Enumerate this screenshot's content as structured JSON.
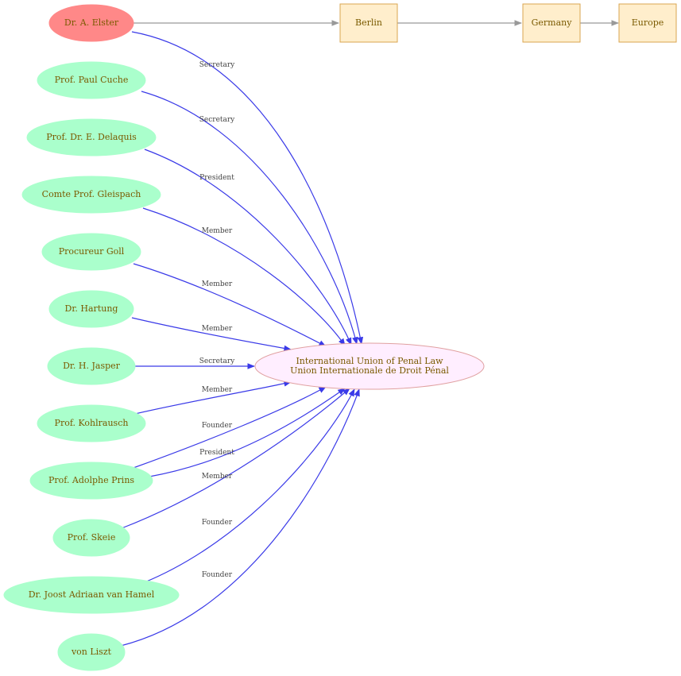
{
  "organization": {
    "name_line1": "International Union of Penal Law",
    "name_line2": "Union Internationale de Droit Pénal"
  },
  "places": [
    {
      "id": "berlin",
      "label": "Berlin"
    },
    {
      "id": "germany",
      "label": "Germany"
    },
    {
      "id": "europe",
      "label": "Europe"
    }
  ],
  "people": [
    {
      "id": "elster",
      "label": "Dr. A. Elster",
      "role": "Secretary",
      "highlighted": true
    },
    {
      "id": "cuche",
      "label": "Prof. Paul Cuche",
      "role": "Secretary"
    },
    {
      "id": "delaquis",
      "label": "Prof. Dr. E. Delaquis",
      "role": "President"
    },
    {
      "id": "gleispach",
      "label": "Comte Prof. Gleispach",
      "role": "Member"
    },
    {
      "id": "goll",
      "label": "Procureur Goll",
      "role": "Member"
    },
    {
      "id": "hartung",
      "label": "Dr. Hartung",
      "role": "Member"
    },
    {
      "id": "jasper",
      "label": "Dr. H. Jasper",
      "role": "Secretary"
    },
    {
      "id": "kohlrausch",
      "label": "Prof. Kohlrausch",
      "role": "Member"
    },
    {
      "id": "prins",
      "label": "Prof. Adolphe Prins",
      "role": "Founder",
      "role2": "President"
    },
    {
      "id": "skeie",
      "label": "Prof. Skeie",
      "role": "Member"
    },
    {
      "id": "hamel",
      "label": "Dr.  Joost Adriaan van Hamel",
      "role": "Founder"
    },
    {
      "id": "liszt",
      "label": "von Liszt",
      "role": "Founder"
    }
  ],
  "colors": {
    "person_fill": "#aaffcc",
    "highlight_fill": "#ff8888",
    "org_fill": "#ffeeff",
    "place_fill": "#ffeecc",
    "edge_blue": "#3a3ae8",
    "edge_gray": "#999999"
  }
}
